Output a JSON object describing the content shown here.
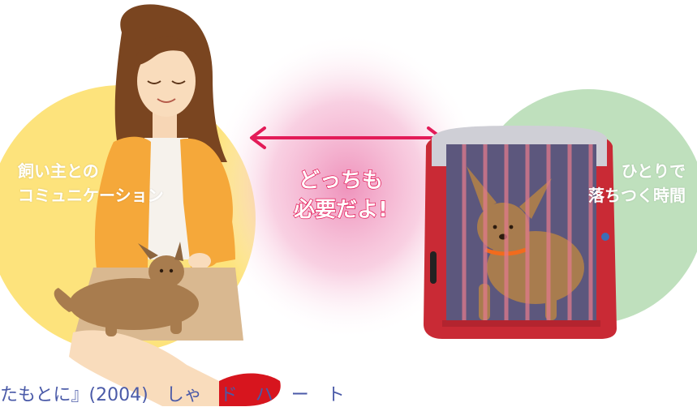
{
  "labels": {
    "owner_line1": "飼い主との",
    "owner_line2": "コミュニケーション",
    "center_line1": "どっちも",
    "center_line2": "必要だよ!",
    "alone_line1": "ひとりで",
    "alone_line2": "落ちつく時間"
  },
  "caption": "たもとに』(2004)　しゃ　ド　ハ　ー　ト",
  "colors": {
    "yellow_circle": "#fde37c",
    "green_circle": "#bfe0bd",
    "pink_glow": "#f2a6c6",
    "arrow": "#e31b58",
    "cardigan": "#f5a83a",
    "hair": "#7a4520",
    "dog": "#a87c4e",
    "crate": "#c92a35",
    "crate_top": "#cfcfd6",
    "collar": "#f26b1d"
  },
  "icons": {
    "arrow": "double-headed-arrow",
    "woman": "woman-figure",
    "lap_dog": "dog-figure",
    "crate_dog": "dog-figure",
    "crate": "pet-crate"
  }
}
